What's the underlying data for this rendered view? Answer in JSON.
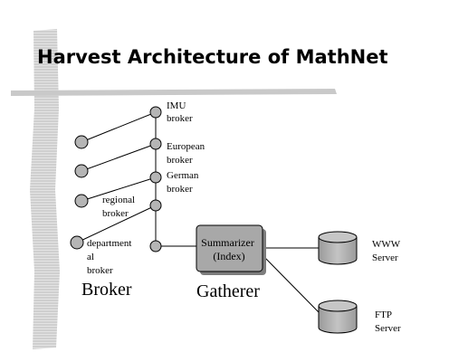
{
  "slide": {
    "title": "Harvest Architecture of MathNet"
  },
  "brokers": {
    "imu": [
      "IMU",
      "broker"
    ],
    "european": [
      "European",
      "broker"
    ],
    "german": [
      "German",
      "broker"
    ],
    "regional": [
      "regional",
      "broker"
    ],
    "departmental": [
      "department",
      "al",
      "broker"
    ]
  },
  "summarizer": [
    "Summarizer",
    "(Index)"
  ],
  "servers": {
    "www": [
      "WWW",
      "Server"
    ],
    "ftp": [
      "FTP",
      "Server"
    ]
  },
  "captions": {
    "broker": "Broker",
    "gatherer": "Gatherer"
  },
  "colors": {
    "node_fill": "#b5b5b5",
    "box_fill": "#a8a8a8",
    "line": "#000000",
    "bar": "#c8c8c8"
  }
}
